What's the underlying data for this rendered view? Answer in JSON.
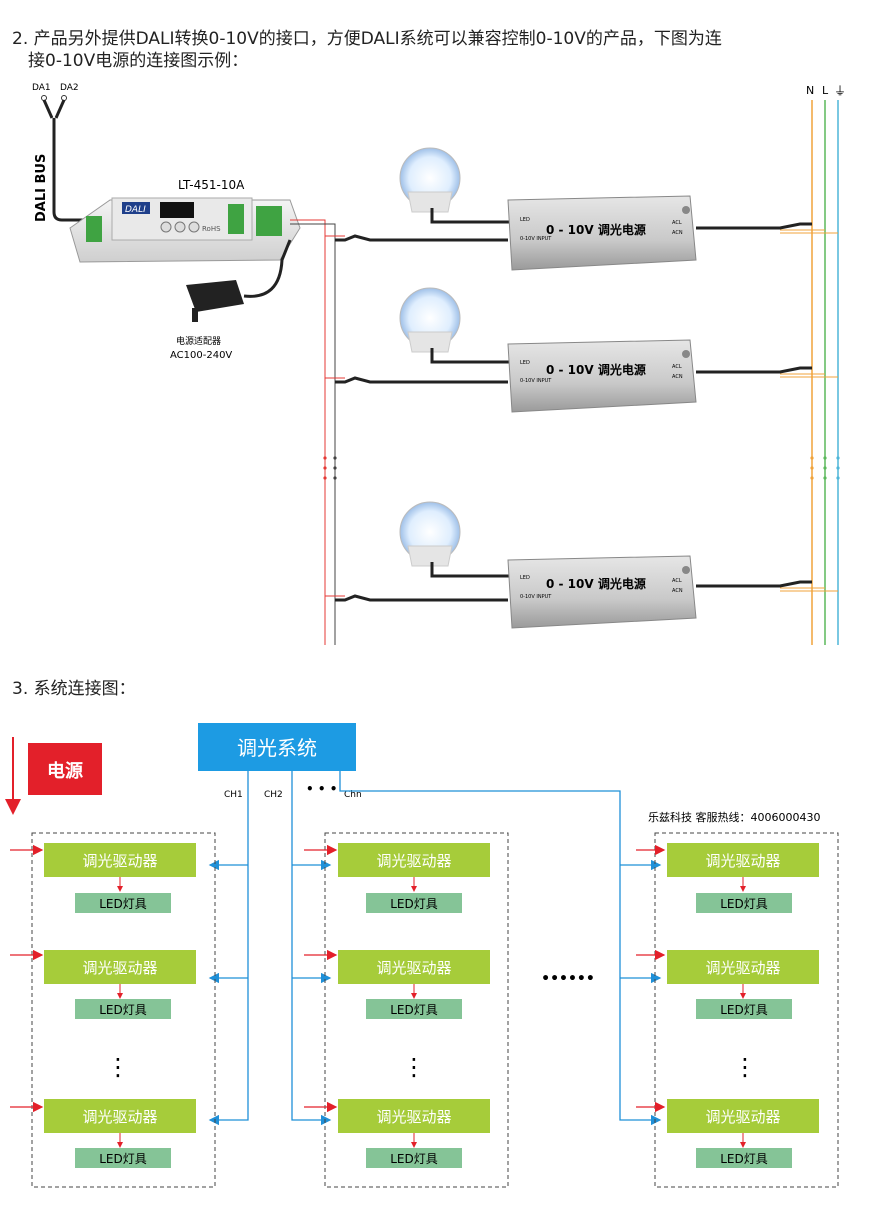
{
  "section2": {
    "line1": "2. 产品另外提供DALI转换0-10V的接口，方便DALI系统可以兼容控制0-10V的产品，下图为连",
    "line2": "接0-10V电源的连接图示例："
  },
  "wiring": {
    "da1": "DA1",
    "da2": "DA2",
    "bus": "DALI BUS",
    "controller_model": "LT-451-10A",
    "controller_logo": "DALI",
    "controller_rohs": "RoHS",
    "adapter_label": "电源适配器",
    "adapter_voltage": "AC100-240V",
    "driver_label": "0 - 10V  调光电源",
    "driver_led": "LED",
    "driver_input": "0-10V INPUT",
    "driver_acl": "ACL",
    "driver_acn": "ACN",
    "mains_n": "N",
    "mains_l": "L",
    "ground_symbol": "⏚"
  },
  "section3": {
    "title": "3. 系统连接图："
  },
  "system": {
    "dimming_system": "调光系统",
    "power": "电源",
    "ch1": "CH1",
    "ch2": "CH2",
    "chn": "Chn",
    "ellipsis": "• • •",
    "hotline": "乐兹科技 客服热线：4006000430",
    "driver": "调光驱动器",
    "fixture": "LED灯具",
    "vertical_dots": "⋮",
    "horizontal_dots": "••••••"
  },
  "colors": {
    "system_blue": "#1d9be3",
    "power_red": "#e3202a",
    "driver_green": "#a6cc3a",
    "fixture_green": "#85c497",
    "line_blue": "#1f90d8",
    "mains_orange": "#f0a33b",
    "mains_green": "#5cb85c",
    "mains_cyan": "#4fb6d8"
  }
}
